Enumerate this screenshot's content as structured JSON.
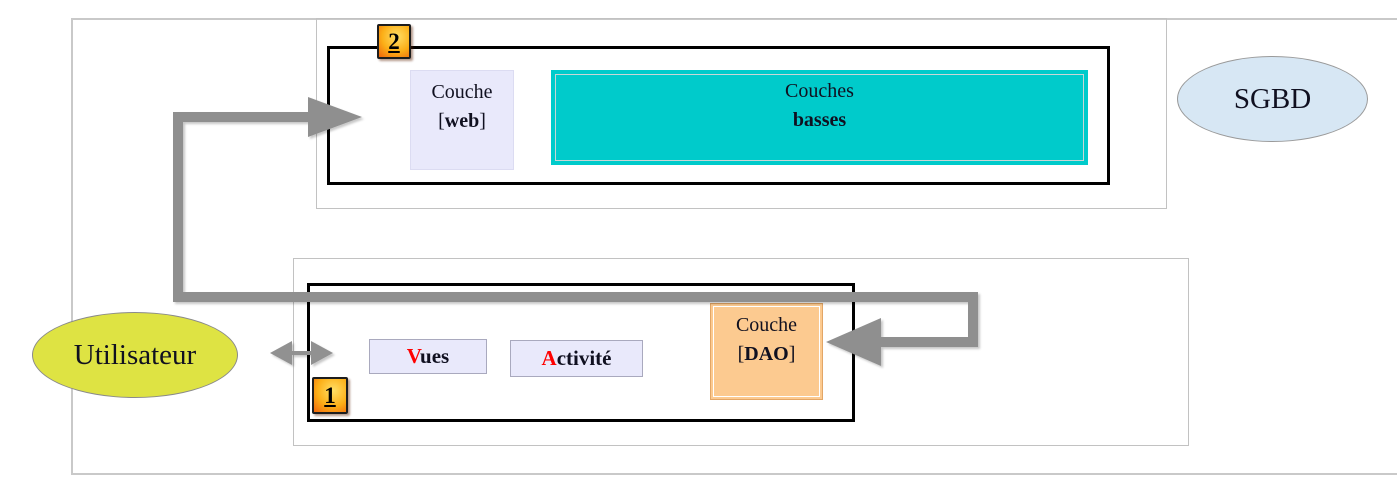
{
  "colors": {
    "teal": "#00CBCB",
    "lavender": "#E9E9FB",
    "peach": "#FCCA90",
    "user-green": "#DEE343",
    "db-blue": "#D7E7F4",
    "arrow-gray": "#8F8F8F",
    "accent-red": "#FF0000",
    "badge-yellow": "#FFDF66",
    "badge-orange": "#EF650B"
  },
  "actors": {
    "user": {
      "label": "Utilisateur"
    },
    "database": {
      "label": "SGBD"
    }
  },
  "server_group": {
    "badge": "2",
    "web_layer": {
      "title": "Couche",
      "open": "[",
      "name": "web",
      "close": "]"
    },
    "lower_layers": {
      "title": "Couches",
      "subtitle": "basses"
    }
  },
  "client_group": {
    "badge": "1",
    "views": {
      "initial": "V",
      "rest": "ues"
    },
    "activity": {
      "initial": "A",
      "rest": "ctivité"
    },
    "dao_layer": {
      "title": "Couche",
      "open": "[",
      "name": "DAO",
      "close": "]"
    }
  }
}
